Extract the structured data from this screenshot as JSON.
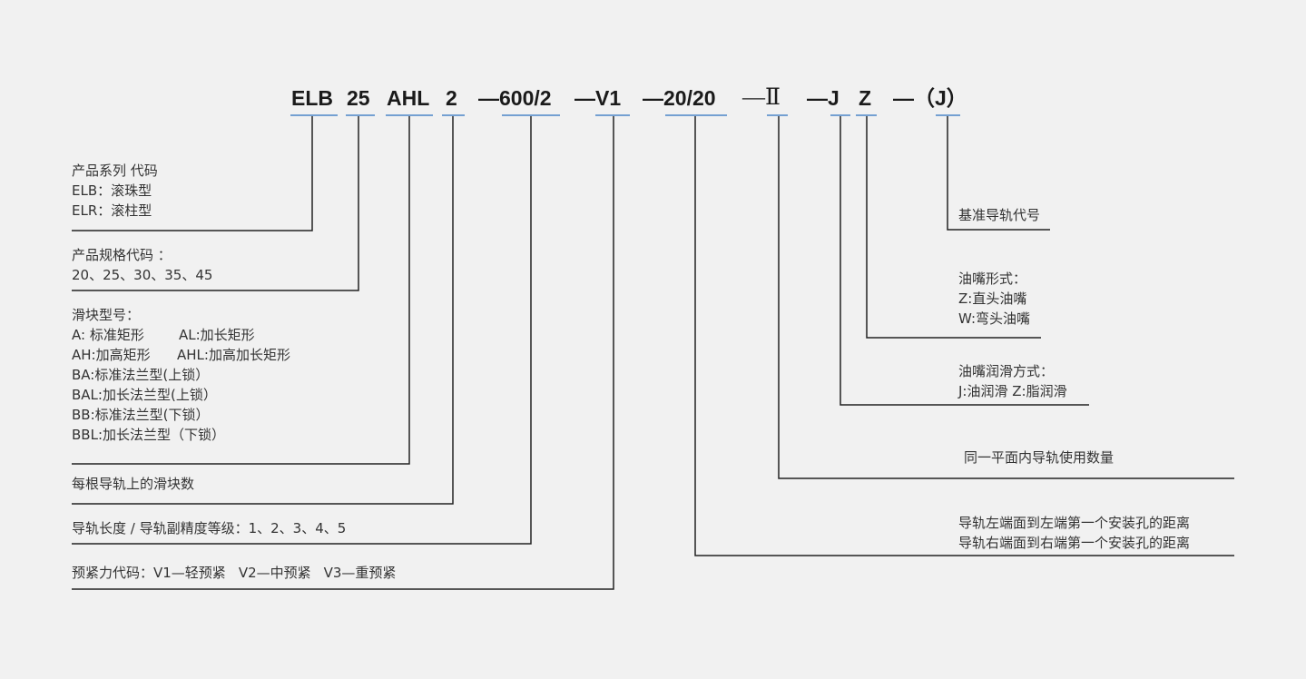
{
  "code_parts": [
    "ELB",
    "25",
    "AHL",
    "2",
    "—600/2",
    "—V1",
    "—20/20",
    "—Ⅱ",
    "—J",
    "Z",
    "—（J）"
  ],
  "colors": {
    "background": "#f1f1f1",
    "line": "#222222",
    "accent_underline": "#4a86c8",
    "text": "#333333"
  },
  "descriptions": {
    "series": {
      "title": "产品系列 代码",
      "lines": [
        "ELB：滚珠型",
        "ELR：滚柱型"
      ]
    },
    "size": {
      "title": "产品规格代码 ：",
      "lines": [
        "20、25、30、35、45"
      ]
    },
    "block_type": {
      "title": "滑块型号：",
      "lines": [
        "A: 标准矩形",
        "AL:加长矩形",
        "AH:加高矩形",
        "AHL:加高加长矩形",
        "BA:标准法兰型(上锁）",
        "BAL:加长法兰型(上锁）",
        "BB:标准法兰型(下锁）",
        "BBL:加长法兰型（下锁）"
      ]
    },
    "blocks_per_rail": {
      "title": "每根导轨上的滑块数"
    },
    "length_precision": {
      "title": "导轨长度 / 导轨副精度等级：1、2、3、4、5"
    },
    "preload": {
      "title": "预紧力代码：V1—轻预紧 V2—中预紧 V3—重预紧",
      "parts": [
        "预紧力代码：V1—轻预紧",
        "V2—中预紧",
        "V3—重预紧"
      ]
    },
    "reference_rail": {
      "title": "基准导轨代号"
    },
    "nozzle_form": {
      "title": "油嘴形式：",
      "lines": [
        "Z:直头油嘴",
        "W:弯头油嘴"
      ]
    },
    "lubrication": {
      "title": "油嘴润滑方式：",
      "lines": [
        "J:油润滑  Z:脂润滑"
      ]
    },
    "rail_count": {
      "title": "同一平面内导轨使用数量"
    },
    "end_distance": {
      "lines": [
        "导轨左端面到左端第一个安装孔的距离",
        "导轨右端面到右端第一个安装孔的距离"
      ]
    }
  }
}
